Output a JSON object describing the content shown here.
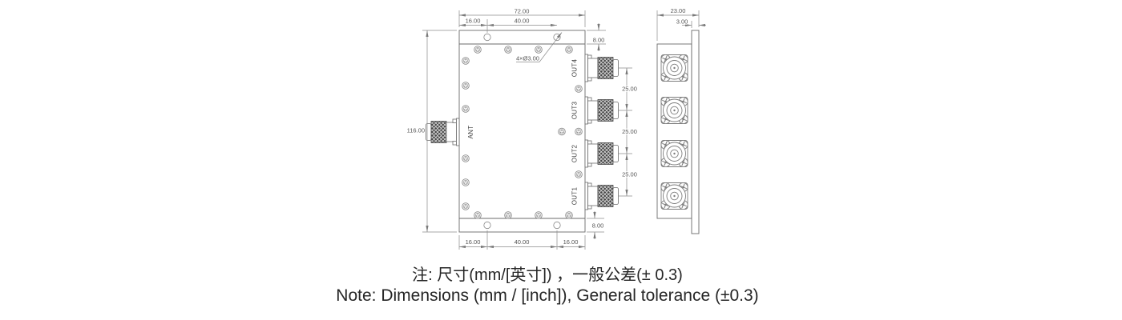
{
  "drawing": {
    "front_view": {
      "ports": {
        "ant": "ANT",
        "out1": "OUT1",
        "out2": "OUT2",
        "out3": "OUT3",
        "out4": "OUT4"
      },
      "dims": {
        "width_total": "72.00",
        "width_left": "16.00",
        "width_mid": "40.00",
        "flange_top": "8.00",
        "height_total": "116.00",
        "hole_callout": "4×Ø3.00",
        "pitch": [
          "25.00",
          "25.00",
          "25.00"
        ],
        "flange_bottom": "8.00",
        "bottom_left": "16.00",
        "bottom_mid": "40.00",
        "bottom_right": "16.00"
      }
    },
    "side_view": {
      "dims": {
        "depth_total": "23.00",
        "panel_thickness": "3.00"
      }
    }
  },
  "note": {
    "zh": "注: 尺寸(mm/[英寸]) ，一般公差(± 0.3)",
    "en": "Note: Dimensions (mm / [inch]), General tolerance (±0.3)"
  },
  "colors": {
    "line": "#6b6b6b",
    "dim_text": "#555555",
    "note_text": "#262626",
    "knurl_fill": "#454545",
    "background": "#ffffff"
  }
}
